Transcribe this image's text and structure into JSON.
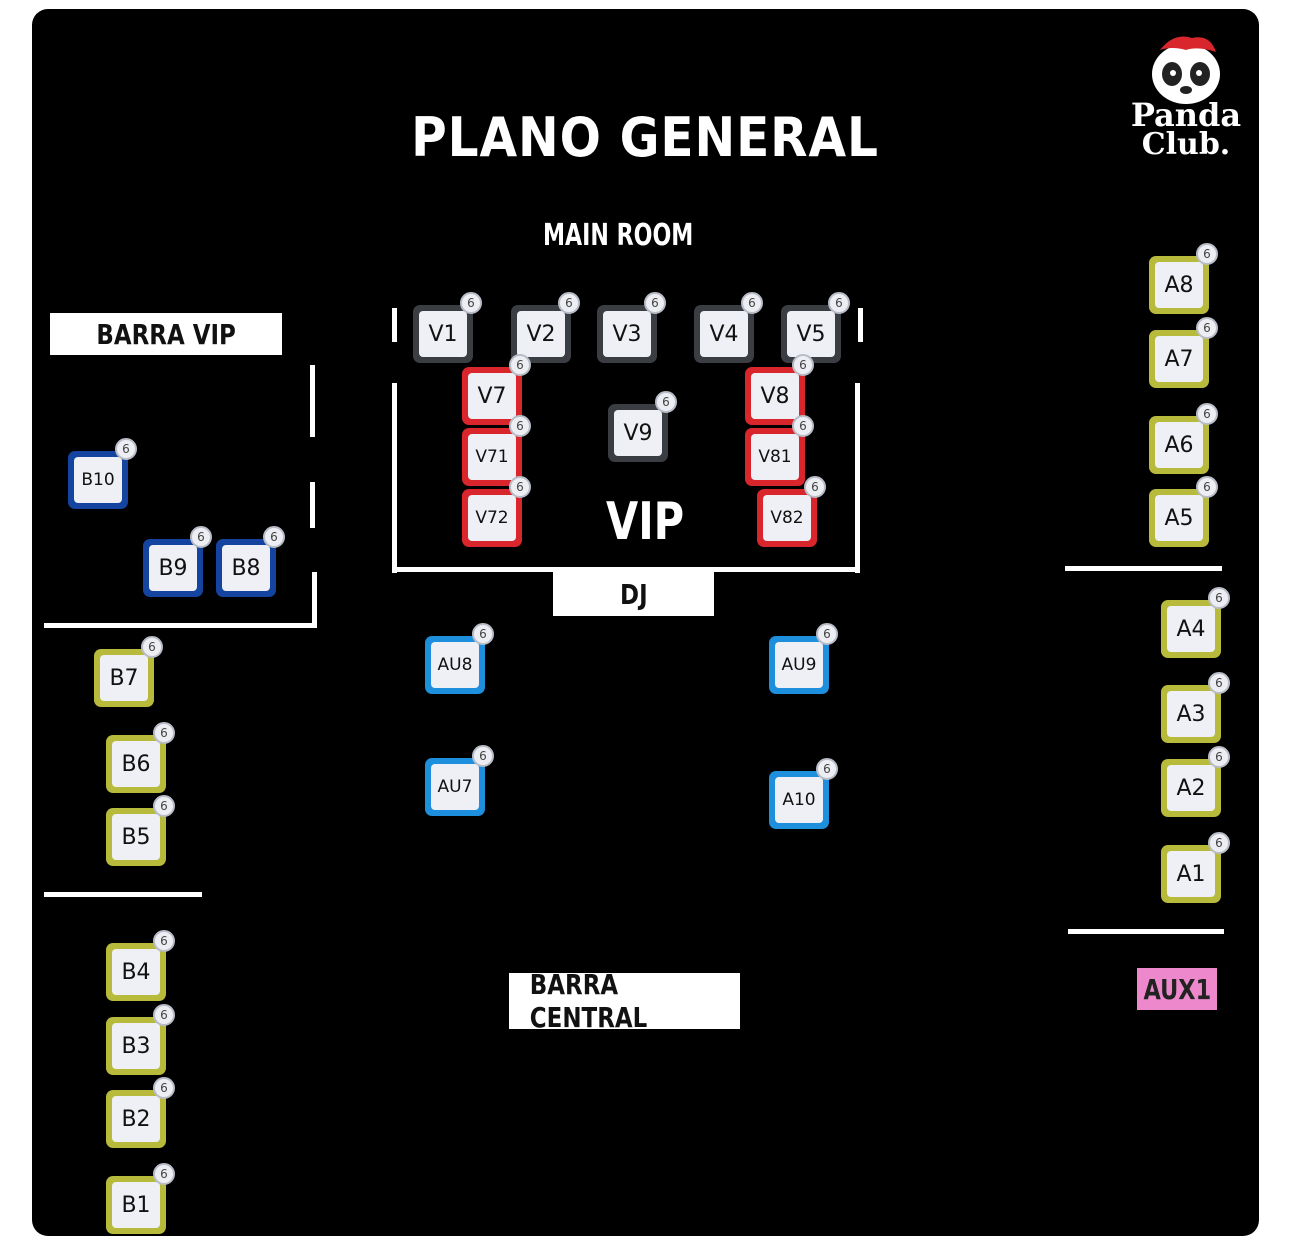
{
  "title": "PLANO GENERAL",
  "main_room": "MAIN ROOM",
  "barra_vip": "BARRA VIP",
  "barra_central": "BARRA CENTRAL",
  "dj": "DJ",
  "vip": "VIP",
  "aux1": "AUX1",
  "logo_text": [
    "Panda",
    "Club."
  ],
  "colors": {
    "background": "#000000",
    "gray": "#3a3d42",
    "red": "#d8262c",
    "navy": "#1443a0",
    "olive": "#b7ba3a",
    "lightblue": "#1e8fdc",
    "pink": "#ee88cc"
  },
  "tables": [
    {
      "id": "V1",
      "capacity": "6",
      "color": "gray"
    },
    {
      "id": "V2",
      "capacity": "6",
      "color": "gray"
    },
    {
      "id": "V3",
      "capacity": "6",
      "color": "gray"
    },
    {
      "id": "V4",
      "capacity": "6",
      "color": "gray"
    },
    {
      "id": "V5",
      "capacity": "6",
      "color": "gray"
    },
    {
      "id": "V7",
      "capacity": "6",
      "color": "red"
    },
    {
      "id": "V71",
      "capacity": "6",
      "color": "red"
    },
    {
      "id": "V72",
      "capacity": "6",
      "color": "red"
    },
    {
      "id": "V8",
      "capacity": "6",
      "color": "red"
    },
    {
      "id": "V81",
      "capacity": "6",
      "color": "red"
    },
    {
      "id": "V82",
      "capacity": "6",
      "color": "red"
    },
    {
      "id": "V9",
      "capacity": "6",
      "color": "gray"
    },
    {
      "id": "B10",
      "capacity": "6",
      "color": "navy"
    },
    {
      "id": "B9",
      "capacity": "6",
      "color": "navy"
    },
    {
      "id": "B8",
      "capacity": "6",
      "color": "navy"
    },
    {
      "id": "B7",
      "capacity": "6",
      "color": "olive"
    },
    {
      "id": "B6",
      "capacity": "6",
      "color": "olive"
    },
    {
      "id": "B5",
      "capacity": "6",
      "color": "olive"
    },
    {
      "id": "B4",
      "capacity": "6",
      "color": "olive"
    },
    {
      "id": "B3",
      "capacity": "6",
      "color": "olive"
    },
    {
      "id": "B2",
      "capacity": "6",
      "color": "olive"
    },
    {
      "id": "B1",
      "capacity": "6",
      "color": "olive"
    },
    {
      "id": "A8",
      "capacity": "6",
      "color": "olive"
    },
    {
      "id": "A7",
      "capacity": "6",
      "color": "olive"
    },
    {
      "id": "A6",
      "capacity": "6",
      "color": "olive"
    },
    {
      "id": "A5",
      "capacity": "6",
      "color": "olive"
    },
    {
      "id": "A4",
      "capacity": "6",
      "color": "olive"
    },
    {
      "id": "A3",
      "capacity": "6",
      "color": "olive"
    },
    {
      "id": "A2",
      "capacity": "6",
      "color": "olive"
    },
    {
      "id": "A1",
      "capacity": "6",
      "color": "olive"
    },
    {
      "id": "AU8",
      "capacity": "6",
      "color": "lightblue"
    },
    {
      "id": "AU9",
      "capacity": "6",
      "color": "lightblue"
    },
    {
      "id": "AU7",
      "capacity": "6",
      "color": "lightblue"
    },
    {
      "id": "A10",
      "capacity": "6",
      "color": "lightblue"
    }
  ]
}
